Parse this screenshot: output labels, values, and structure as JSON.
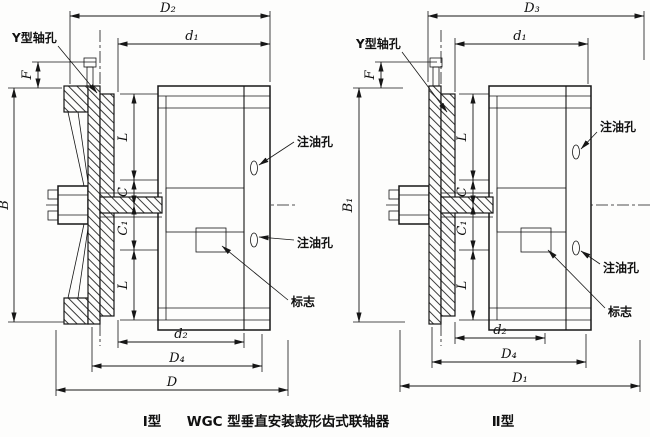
{
  "caption": {
    "type1": "Ⅰ型",
    "title": "WGC 型垂直安装鼓形齿式联轴器",
    "type2": "Ⅱ型"
  },
  "view1": {
    "dim_D2": "D₂",
    "dim_d1": "d₁",
    "dim_F": "F",
    "dim_B": "B",
    "dim_L_top": "L",
    "dim_C": "C",
    "dim_C1": "C₁",
    "dim_L_bottom": "L",
    "dim_d2": "d₂",
    "dim_D4": "D₄",
    "dim_D": "D",
    "label_shaft_hole": "Y型轴孔",
    "label_oil_top": "注油孔",
    "label_oil_bottom": "注油孔",
    "label_mark": "标志"
  },
  "view2": {
    "dim_D3": "D₃",
    "dim_d1": "d₁",
    "dim_F": "F",
    "dim_B1": "B₁",
    "dim_L_top": "L",
    "dim_C": "C",
    "dim_C1": "C₁",
    "dim_L_bottom": "L",
    "dim_d2": "d₂",
    "dim_D4": "D₄",
    "dim_D1": "D₁",
    "label_shaft_hole": "Y型轴孔",
    "label_oil_top": "注油孔",
    "label_oil_bottom": "注油孔",
    "label_mark": "标志"
  }
}
